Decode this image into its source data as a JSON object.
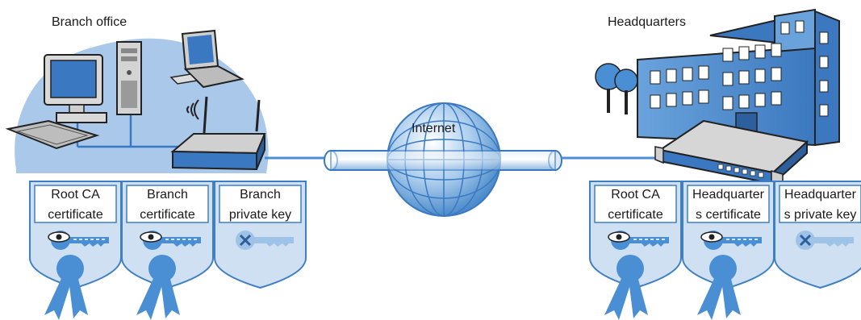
{
  "sites": {
    "branch": {
      "title": "Branch office"
    },
    "headquarters": {
      "title": "Headquarters"
    }
  },
  "network": {
    "internet_label": "Internet"
  },
  "branch_cards": [
    {
      "line1": "Root CA",
      "line2": "certificate",
      "icon": "eye-key-icon",
      "ribbon": true
    },
    {
      "line1": "Branch",
      "line2": "certificate",
      "icon": "eye-key-icon",
      "ribbon": true
    },
    {
      "line1": "Branch",
      "line2": "private key",
      "icon": "private-key-icon",
      "ribbon": false
    }
  ],
  "hq_cards": [
    {
      "line1": "Root CA",
      "line2": "certificate",
      "icon": "eye-key-icon",
      "ribbon": true
    },
    {
      "line1": "Headquarter",
      "line2": "s certificate",
      "icon": "eye-key-icon",
      "ribbon": true
    },
    {
      "line1": "Headquarter",
      "line2": "s private key",
      "icon": "private-key-icon",
      "ribbon": false
    }
  ],
  "colors": {
    "accent": "#4a8fd4",
    "light_blue": "#9fc3e7",
    "card_fill": "#cfe0f3",
    "card_stroke": "#3f7fc4"
  }
}
